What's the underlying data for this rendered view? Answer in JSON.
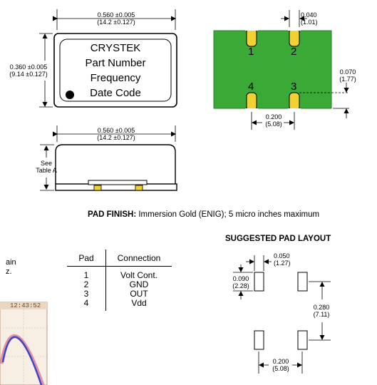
{
  "top_view": {
    "width_dim": [
      "0.560 ±0.005",
      "(14.2 ±0.127)"
    ],
    "height_dim": [
      "0.360 ±0.005",
      "(9.14 ±0.127)"
    ],
    "marking_lines": [
      "CRYSTEK",
      "Part Number",
      "Frequency",
      "Date Code"
    ]
  },
  "side_view": {
    "width_dim": [
      "0.560 ±0.005",
      "(14.2 ±0.127)"
    ],
    "height_note": [
      "See",
      "Table A"
    ]
  },
  "bottom_view": {
    "pad_width_dim": [
      "0.040",
      "(1.01)"
    ],
    "pad_height_dim": [
      "0.070",
      "(1.77)"
    ],
    "pad_pitch_dim": [
      "0.200",
      "(5.08)"
    ],
    "pins": [
      "1",
      "2",
      "4",
      "3"
    ],
    "board_color": "#3aa935",
    "pad_color": "#f2d233"
  },
  "pad_finish": {
    "label": "PAD FINISH:",
    "text": "Immersion Gold (ENIG); 5 micro inches maximum"
  },
  "connection_table": {
    "headers": [
      "Pad",
      "Connection"
    ],
    "rows": [
      {
        "pad": "1",
        "connection": "Volt Cont."
      },
      {
        "pad": "2",
        "connection": "GND"
      },
      {
        "pad": "3",
        "connection": "OUT"
      },
      {
        "pad": "4",
        "connection": "Vdd"
      }
    ]
  },
  "suggested_layout": {
    "title": "SUGGESTED PAD LAYOUT",
    "pad_width_dim": [
      "0.050",
      "(1.27)"
    ],
    "pad_height_dim": [
      "0.090",
      "(2.28)"
    ],
    "vertical_pitch_dim": [
      "0.280",
      "(7.11)"
    ],
    "horizontal_pitch_dim": [
      "0.200",
      "(5.08)"
    ]
  },
  "left_fragment": {
    "text_lines": [
      "ain",
      "z."
    ],
    "scope_time": "12:43:52"
  }
}
